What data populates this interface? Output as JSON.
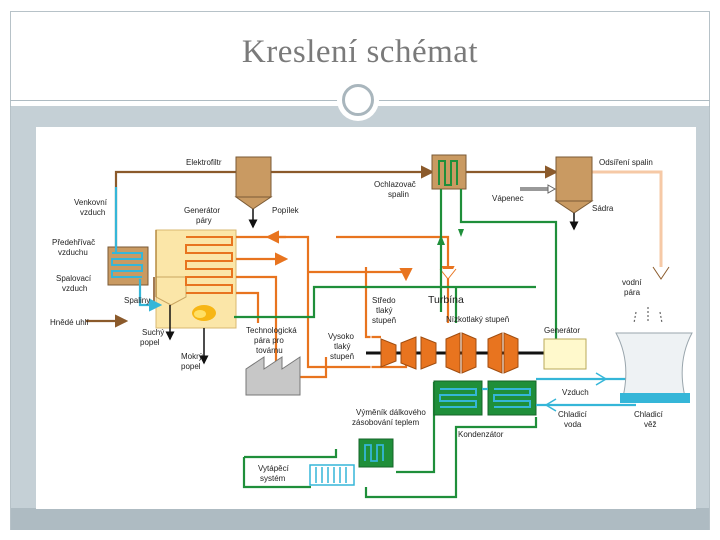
{
  "slide": {
    "title": "Kreslení schémat"
  },
  "labels": {
    "elektrofiltr": "Elektrofiltr",
    "generator_pary_1": "Generátor",
    "generator_pary_2": "páry",
    "popilek": "Popílek",
    "ochlazovac_1": "Ochlazovač",
    "ochlazovac_2": "spalin",
    "vapenec": "Vápenec",
    "odsireni": "Odsíření spalin",
    "sadra": "Sádra",
    "venkovni_1": "Venkovní",
    "venkovni_2": "vzduch",
    "predehrivac_1": "Předehřívač",
    "predehrivac_2": "vzduchu",
    "spalovaci_1": "Spalovací",
    "spalovaci_2": "vzduch",
    "spaliny": "Spaliny",
    "hnede_uhli": "Hnědé uhlí",
    "suchy_1": "Suchý",
    "suchy_2": "popel",
    "mokry_1": "Mokrý",
    "mokry_2": "popel",
    "stredo_1": "Středo",
    "stredo_2": "tlaký",
    "stredo_3": "stupeň",
    "turbina": "Turbína",
    "nizkotlaky": "Nízkotlaký stupeň",
    "vodni_1": "vodní",
    "vodni_2": "pára",
    "generator": "Generátor",
    "tech_1": "Technologická",
    "tech_2": "pára pro",
    "tech_3": "továrnu",
    "vysoko_1": "Vysoko",
    "vysoko_2": "tlaký",
    "vysoko_3": "stupeň",
    "vzduch": "Vzduch",
    "vymenik_1": "Výměník dálkového",
    "vymenik_2": "zásobování teplem",
    "chladici_voda_1": "Chladicí",
    "chladici_voda_2": "voda",
    "chladici_vez_1": "Chladicí",
    "chladici_vez_2": "věž",
    "kondenzator": "Kondenzátor",
    "vytapeci_1": "Vytápěcí",
    "vytapeci_2": "systém"
  },
  "colors": {
    "flue_gas": "#8b5a2b",
    "hot_steam": "#e8741f",
    "water": "#1f8f3a",
    "cool_water": "#35b6d8",
    "pale_flue": "#f6c9a6",
    "equipment": "#c99a62",
    "boiler": "#fbe6a8"
  }
}
